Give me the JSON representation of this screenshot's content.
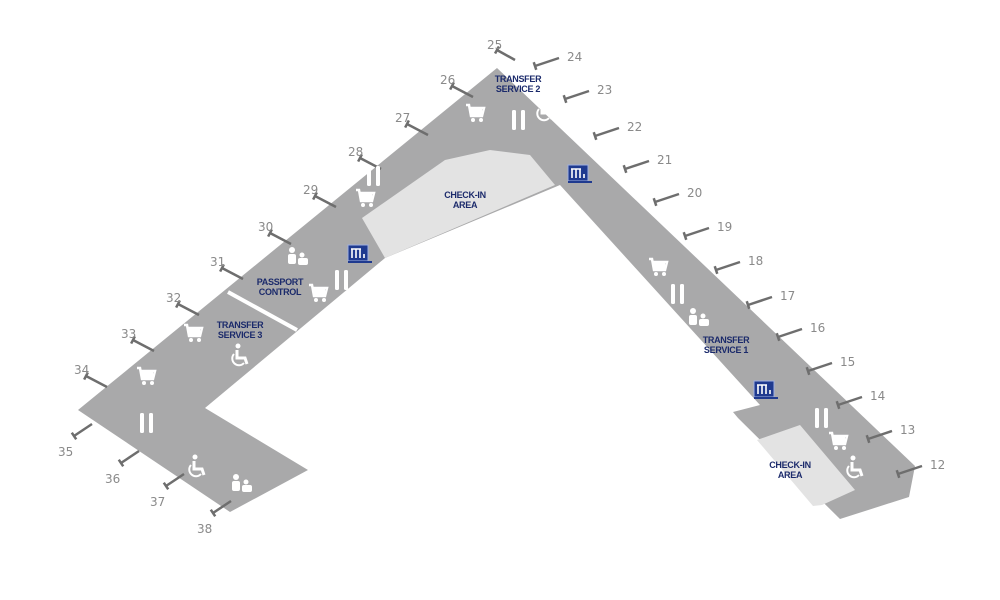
{
  "map": {
    "colors": {
      "building": "#a9a9aa",
      "checkin": "#e3e3e3",
      "label": "#1b2a6b",
      "gate": "#6e6e6e",
      "sign": "#1f3a8f"
    },
    "gates": [
      "25",
      "24",
      "26",
      "23",
      "27",
      "22",
      "28",
      "21",
      "29",
      "20",
      "30",
      "19",
      "31",
      "18",
      "32",
      "17",
      "33",
      "16",
      "34",
      "15",
      "35",
      "14",
      "36",
      "13",
      "37",
      "12",
      "38"
    ],
    "areas": {
      "transfer_2": [
        "TRANSFER",
        "SERVICE 2"
      ],
      "checkin_1": [
        "CHECK-IN",
        "AREA"
      ],
      "passport": [
        "PASSPORT",
        "CONTROL"
      ],
      "transfer_3": [
        "TRANSFER",
        "SERVICE 3"
      ],
      "transfer_1": [
        "TRANSFER",
        "SERVICE 1"
      ],
      "checkin_2": [
        "CHECK-IN",
        "AREA"
      ]
    }
  }
}
